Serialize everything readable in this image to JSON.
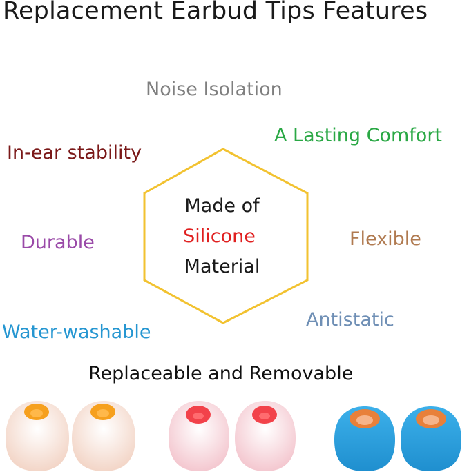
{
  "title": "Replacement Earbud Tips Features",
  "features": {
    "noise_isolation": "Noise Isolation",
    "lasting_comfort": "A Lasting Comfort",
    "in_ear_stability": "In-ear stability",
    "durable": "Durable",
    "flexible": "Flexible",
    "water_washable": "Water-washable",
    "antistatic": "Antistatic"
  },
  "center": {
    "line1": "Made of",
    "line2": "Silicone",
    "line3": "Material"
  },
  "caption": "Replaceable and Removable",
  "colors": {
    "noise_isolation": "#7f7f7f",
    "lasting_comfort": "#2aa845",
    "in_ear_stability": "#7a1818",
    "durable": "#9a4aa8",
    "flexible": "#b07a50",
    "water_washable": "#2596d1",
    "antistatic": "#6f8fb5",
    "silicone": "#e02020",
    "hexagon_border": "#f2c230"
  },
  "tips": [
    {
      "color_name": "orange-clear",
      "body": "#f7e3d8",
      "core": "#f6a01e"
    },
    {
      "color_name": "orange-clear",
      "body": "#f7e3d8",
      "core": "#f6a01e"
    },
    {
      "color_name": "red-clear",
      "body": "#f8d7dc",
      "core": "#f2424a"
    },
    {
      "color_name": "red-clear",
      "body": "#f8d7dc",
      "core": "#f2424a"
    },
    {
      "color_name": "blue-orange",
      "body": "#2ca0dd",
      "core": "#e8803a"
    },
    {
      "color_name": "blue-orange",
      "body": "#2ca0dd",
      "core": "#e8803a"
    }
  ]
}
